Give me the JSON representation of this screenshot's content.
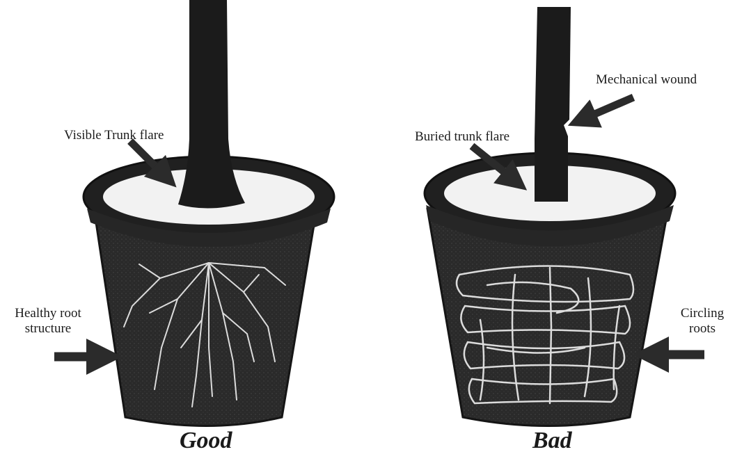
{
  "panels": {
    "good": {
      "caption": "Good",
      "label_trunk": "Visible Trunk flare",
      "label_roots_line1": "Healthy root",
      "label_roots_line2": "structure"
    },
    "bad": {
      "caption": "Bad",
      "label_wound": "Mechanical wound",
      "label_trunk": "Buried trunk flare",
      "label_roots_line1": "Circling",
      "label_roots_line2": "roots"
    }
  },
  "colors": {
    "pot": "#2a2a2a",
    "pot_rim": "#1e1e1e",
    "soil": "#f2f2f2",
    "trunk": "#1b1b1b",
    "roots": "#dcdcdc",
    "arrow": "#2b2b2b"
  },
  "icons": [
    "arrow-icon",
    "pot-icon",
    "trunk-icon",
    "roots-icon"
  ]
}
